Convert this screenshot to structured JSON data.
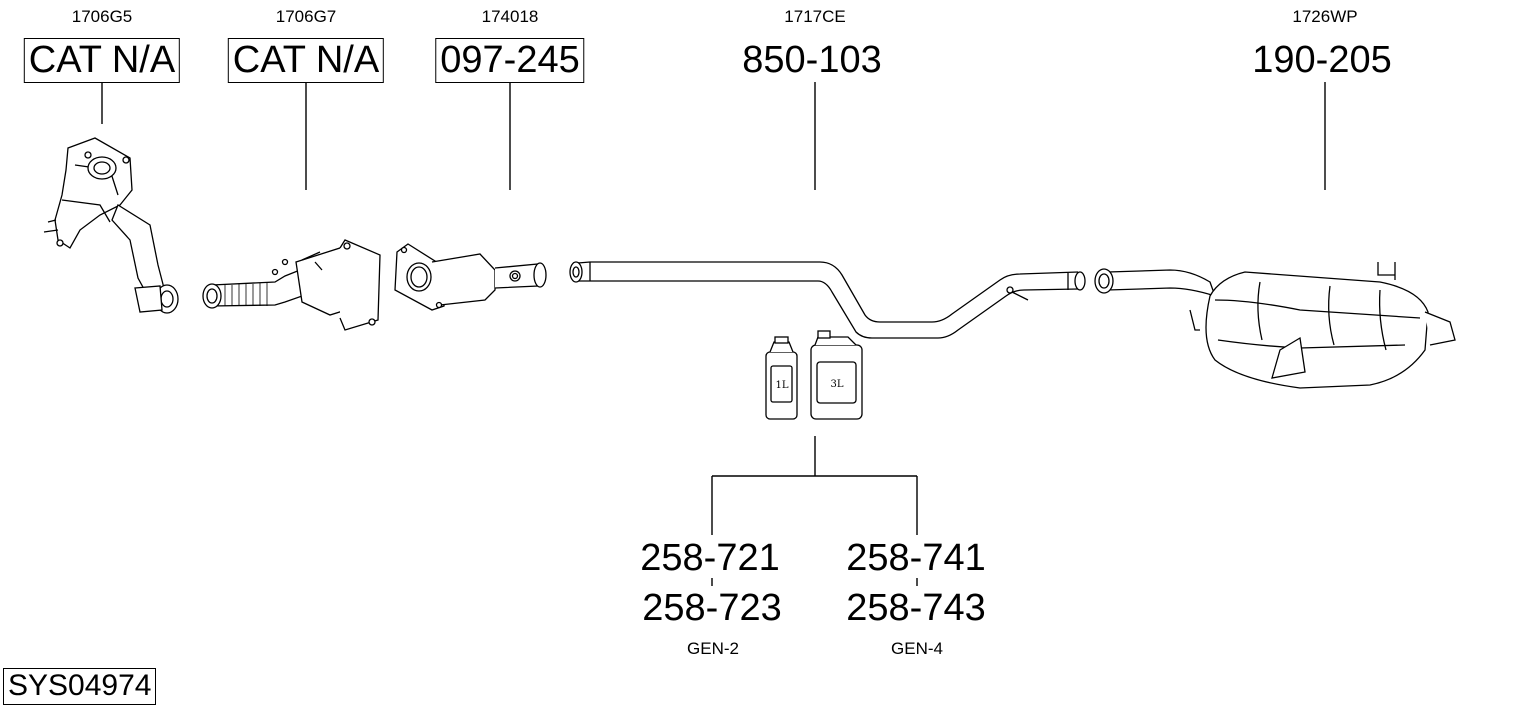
{
  "parts": [
    {
      "code": "1706G5",
      "ref": "CAT N/A",
      "boxed": true
    },
    {
      "code": "1706G7",
      "ref": "CAT N/A",
      "boxed": true
    },
    {
      "code": "174018",
      "ref": "097-245",
      "boxed": true
    },
    {
      "code": "1717CE",
      "ref": "850-103",
      "boxed": false
    },
    {
      "code": "1726WP",
      "ref": "190-205",
      "boxed": false
    }
  ],
  "fluids": {
    "bottle_small": "1L",
    "bottle_large": "3L",
    "groups": [
      {
        "ref_a": "258-721",
        "ref_b": "258-723",
        "gen": "GEN-2"
      },
      {
        "ref_a": "258-741",
        "ref_b": "258-743",
        "gen": "GEN-4"
      }
    ]
  },
  "system_id": "SYS04974"
}
